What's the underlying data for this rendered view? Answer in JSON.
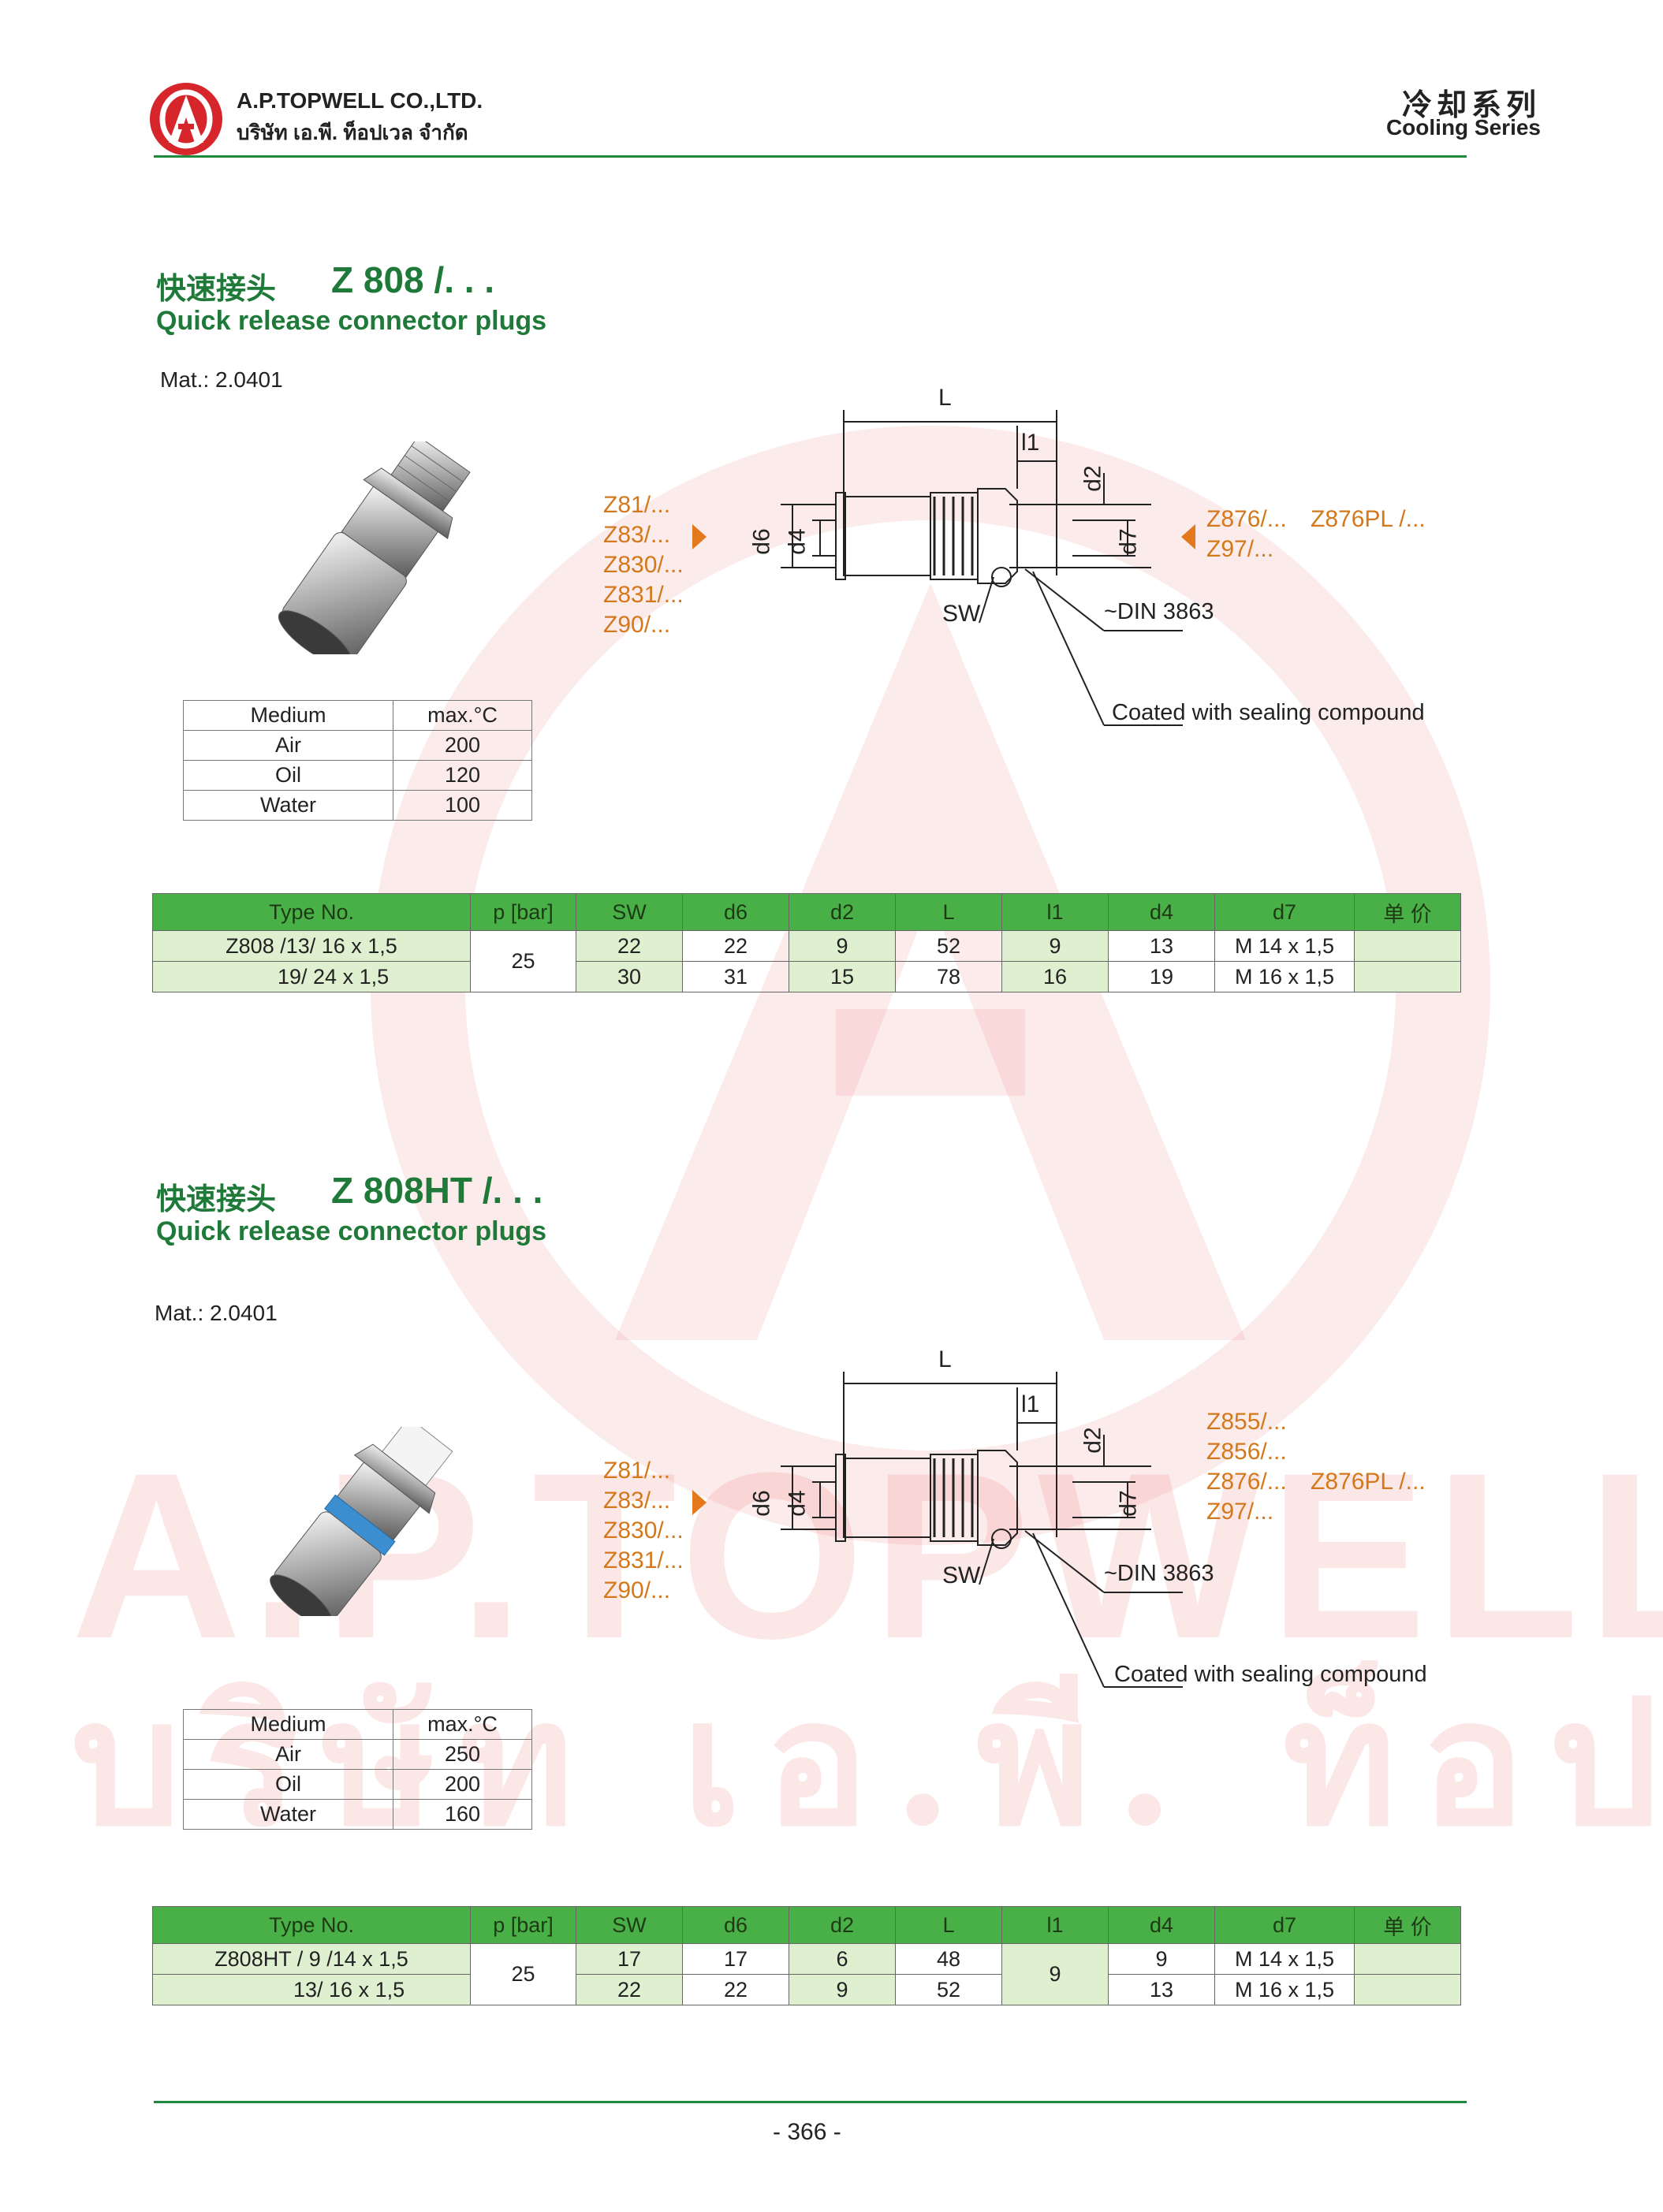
{
  "header": {
    "company_en": "A.P.TOPWELL CO.,LTD.",
    "company_th": "บริษัท เอ.พี. ท็อปเวล จำกัด",
    "series_cn": "冷却系列",
    "series_en": "Cooling Series"
  },
  "watermark": {
    "line1": "A.P.TOPWELL CO.,LTD",
    "line2": "บริษัท เอ.พี. ท็อปเวล จำกัด"
  },
  "section1": {
    "title_cn": "快速接头",
    "model": "Z 808 /. . .",
    "title_en": "Quick release connector plugs",
    "material": "Mat.: 2.0401",
    "refs_left": "Z81/...\nZ83/...\nZ830/...\nZ831/...\nZ90/...",
    "refs_right_1": "Z876/...",
    "refs_right_2": "Z876PL /...",
    "refs_right_3": "Z97/...",
    "dim_L": "L",
    "dim_l1": "l1",
    "dim_d2": "d2",
    "dim_d6": "d6",
    "dim_d4": "d4",
    "dim_d7": "d7",
    "dim_sw": "SW",
    "din": "~DIN 3863",
    "coated": "Coated with sealing compound",
    "medium_table": {
      "headers": [
        "Medium",
        "max.°C"
      ],
      "rows": [
        [
          "Air",
          "200"
        ],
        [
          "Oil",
          "120"
        ],
        [
          "Water",
          "100"
        ]
      ]
    },
    "spec_table": {
      "headers": [
        "Type No.",
        "p [bar]",
        "SW",
        "d6",
        "d2",
        "L",
        "l1",
        "d4",
        "d7",
        "单 价"
      ],
      "pressure": "25",
      "rows": [
        {
          "type": "Z808 /13/ 16 x 1,5",
          "sw": "22",
          "d6": "22",
          "d2": "9",
          "L": "52",
          "l1": "9",
          "d4": "13",
          "d7": "M 14 x 1,5"
        },
        {
          "type": "19/ 24 x 1,5",
          "sw": "30",
          "d6": "31",
          "d2": "15",
          "L": "78",
          "l1": "16",
          "d4": "19",
          "d7": "M 16 x 1,5"
        }
      ]
    }
  },
  "section2": {
    "title_cn": "快速接头",
    "model": "Z 808HT /. . .",
    "title_en": "Quick release connector plugs",
    "material": "Mat.: 2.0401",
    "refs_left": "Z81/...\nZ83/...\nZ830/...\nZ831/...\nZ90/...",
    "refs_right_1": "Z855/...\nZ856/...\nZ876/...",
    "refs_right_2": "Z876PL /...",
    "refs_right_3": "Z97/...",
    "dim_L": "L",
    "dim_l1": "l1",
    "dim_d2": "d2",
    "dim_d6": "d6",
    "dim_d4": "d4",
    "dim_d7": "d7",
    "dim_sw": "SW",
    "din": "~DIN 3863",
    "coated": "Coated with sealing compound",
    "medium_table": {
      "headers": [
        "Medium",
        "max.°C"
      ],
      "rows": [
        [
          "Air",
          "250"
        ],
        [
          "Oil",
          "200"
        ],
        [
          "Water",
          "160"
        ]
      ]
    },
    "spec_table": {
      "headers": [
        "Type No.",
        "p [bar]",
        "SW",
        "d6",
        "d2",
        "L",
        "l1",
        "d4",
        "d7",
        "单 价"
      ],
      "pressure": "25",
      "l1_merged": "9",
      "rows": [
        {
          "type": "Z808HT / 9 /14 x 1,5",
          "sw": "17",
          "d6": "17",
          "d2": "6",
          "L": "48",
          "d4": "9",
          "d7": "M 14 x 1,5"
        },
        {
          "type": "13/ 16 x 1,5",
          "sw": "22",
          "d6": "22",
          "d2": "9",
          "L": "52",
          "d4": "13",
          "d7": "M 16 x 1,5"
        }
      ]
    }
  },
  "footer": {
    "page_number": "- 366 -"
  }
}
